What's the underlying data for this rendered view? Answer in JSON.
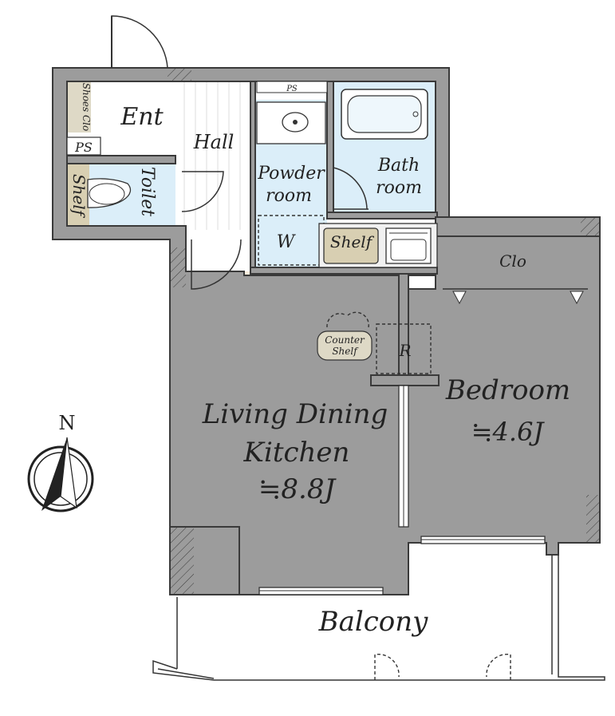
{
  "rooms": {
    "entrance": "Ent",
    "shoes_closet": "Shoes Clo",
    "ps_small": "PS",
    "ps_top": "PS",
    "toilet": "Toilet",
    "toilet_shelf": "Shelf",
    "hall": "Hall",
    "powder_room": [
      "Powder",
      "room"
    ],
    "washer": "W",
    "bath_room": [
      "Bath",
      "room"
    ],
    "kitchen_shelf": "Shelf",
    "counter_shelf": [
      "Counter",
      "Shelf"
    ],
    "refrigerator": "R",
    "closet": "Clo",
    "ldk": [
      "Living Dining",
      "Kitchen"
    ],
    "ldk_size": "≒8.8J",
    "bedroom": "Bedroom",
    "bedroom_size": "≒4.6J",
    "balcony": "Balcony"
  },
  "compass": {
    "north_label": "N"
  },
  "colors": {
    "wall": "#9c9c9c",
    "wet_area": "#dbeef9",
    "ldk_floor": "#fbeedd",
    "bedroom_floor": "#fdfaec",
    "closet": "#ded9c6",
    "shelf": "#d8cfb2"
  }
}
